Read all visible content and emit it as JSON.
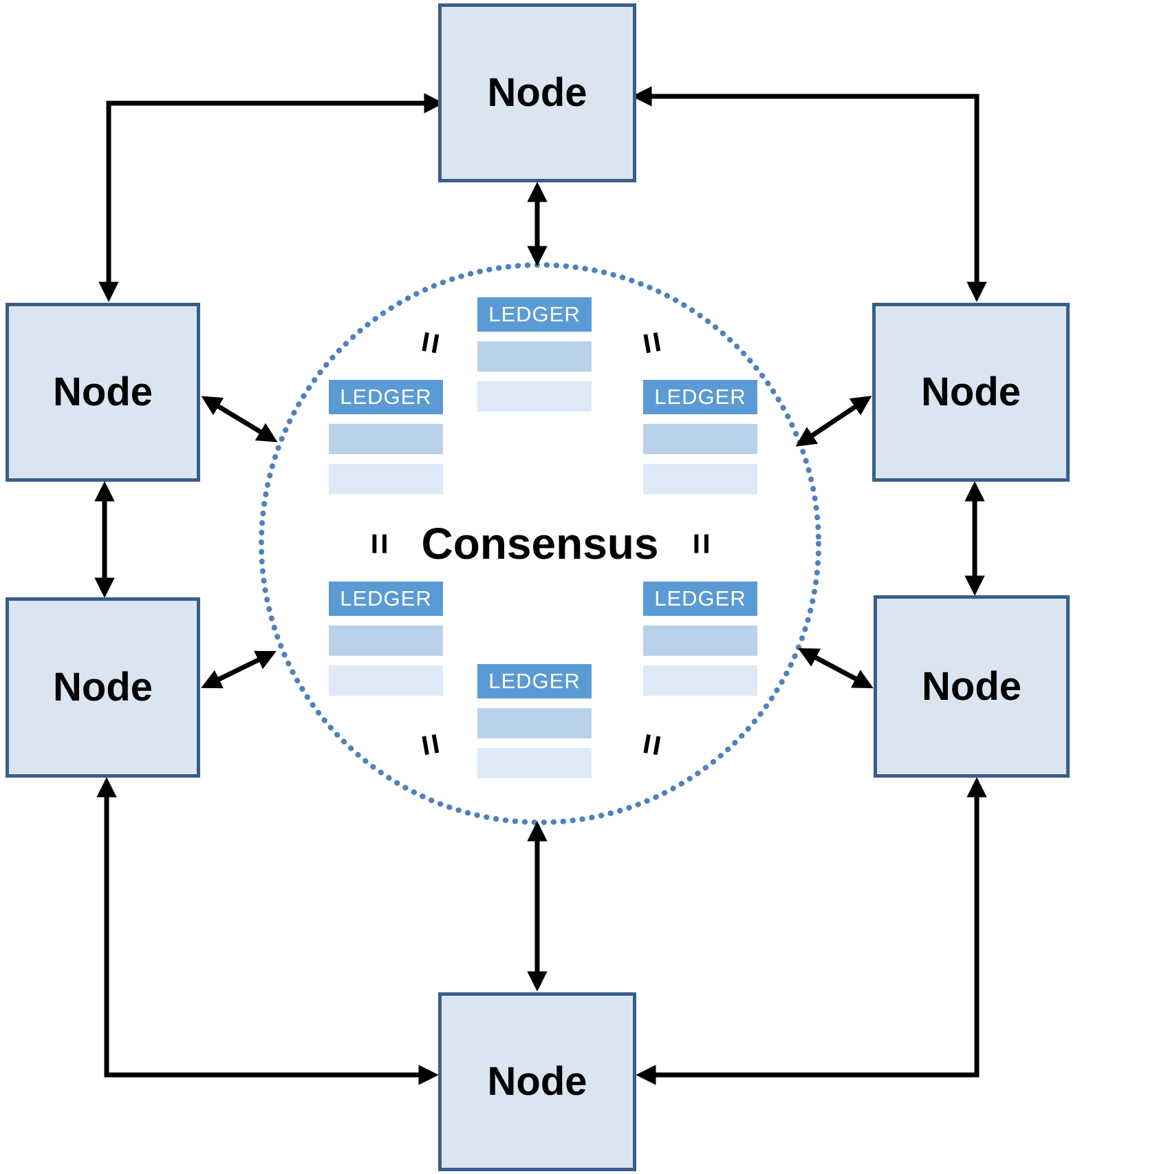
{
  "diagram": {
    "consensus_label": "Consensus",
    "ledger_label": "LEDGER",
    "equals_symbol": "=",
    "nodes": [
      {
        "id": "top",
        "label": "Node"
      },
      {
        "id": "left-upper",
        "label": "Node"
      },
      {
        "id": "right-upper",
        "label": "Node"
      },
      {
        "id": "left-lower",
        "label": "Node"
      },
      {
        "id": "right-lower",
        "label": "Node"
      },
      {
        "id": "bottom",
        "label": "Node"
      }
    ],
    "ledger_row_count": 2,
    "colors": {
      "node_fill": "#dbe5f1",
      "node_border": "#385d8a",
      "ledger_header_fill": "#5b9bd5",
      "ledger_header_text": "#ffffff",
      "ledger_row1_fill": "#b9d1e9",
      "ledger_row2_fill": "#dde9f6",
      "circle_dot": "#4f81bd",
      "arrow": "#000000",
      "background": "#ffffff"
    }
  }
}
